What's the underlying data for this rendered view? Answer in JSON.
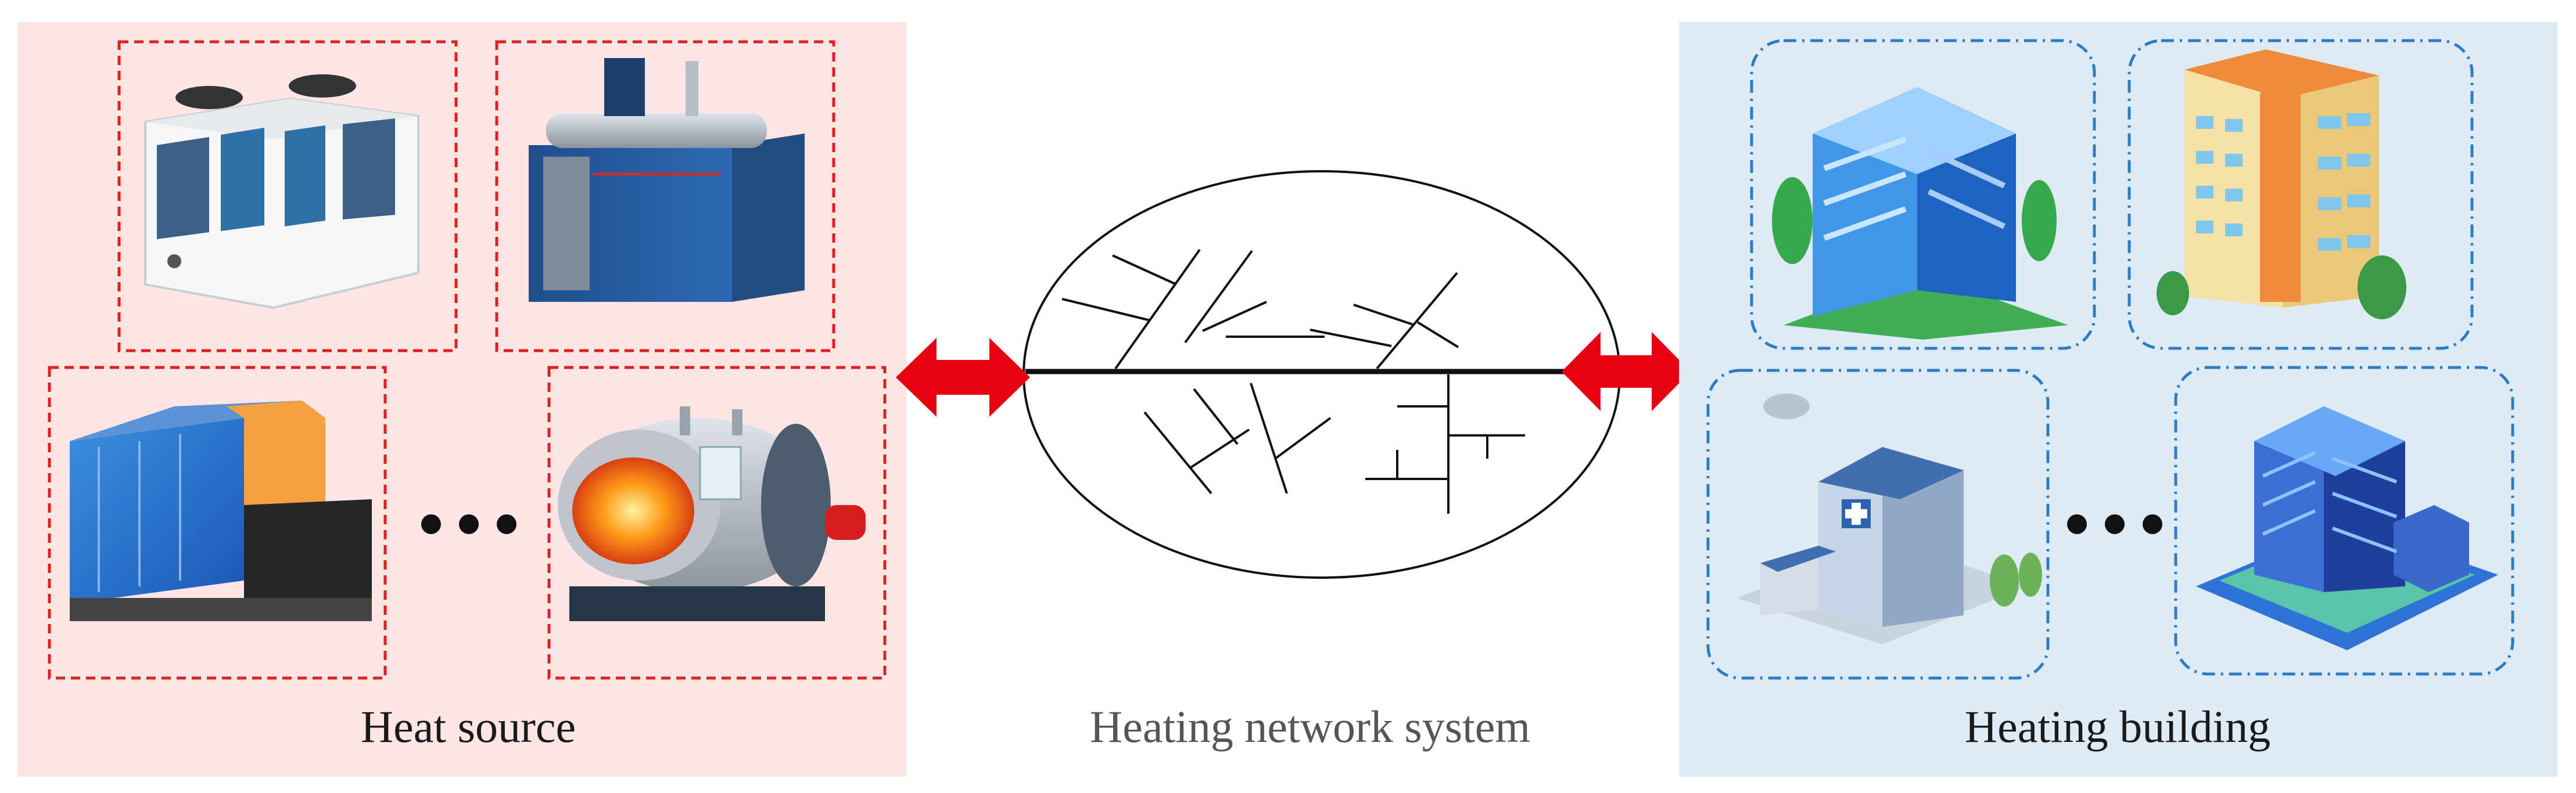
{
  "labels": {
    "heat_source": "Heat source",
    "heating_network": "Heating network system",
    "heating_building": "Heating building"
  },
  "colors": {
    "heat_source_bg": "#fde5e6",
    "heating_building_bg": "#deebf6",
    "source_frame": "#e0201f",
    "building_frame": "#2a7cc3",
    "arrow": "#e50012",
    "label_text": "#1a1a1a",
    "network_label_text": "#555555",
    "network_lines": "#111111"
  },
  "heat_source_items": [
    {
      "icon": "air-source-heat-pump-icon"
    },
    {
      "icon": "generator-unit-icon"
    },
    {
      "icon": "coal-fired-boiler-icon"
    },
    {
      "icon": "gas-boiler-icon"
    }
  ],
  "heating_building_items": [
    {
      "icon": "office-building-icon"
    },
    {
      "icon": "residential-building-icon"
    },
    {
      "icon": "hospital-building-icon"
    },
    {
      "icon": "commercial-complex-icon"
    }
  ],
  "ellipsis_icon": "ellipsis-dots-icon",
  "connector_icon": "double-headed-arrow-icon"
}
